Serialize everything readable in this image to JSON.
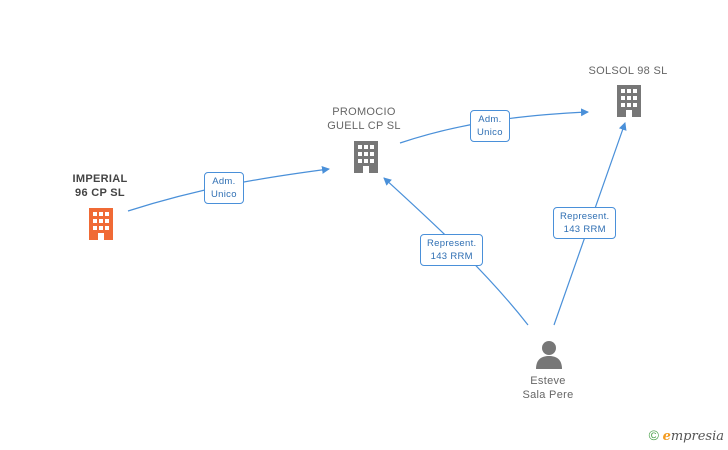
{
  "nodes": {
    "imperial": {
      "label": "IMPERIAL\n96 CP  SL",
      "color": "#f06a35"
    },
    "promocio": {
      "label": "PROMOCIO\nGUELL CP SL",
      "color": "#777777"
    },
    "solsol": {
      "label": "SOLSOL 98 SL",
      "color": "#777777"
    },
    "esteve": {
      "label": "Esteve\nSala Pere",
      "color": "#777777"
    }
  },
  "edges": {
    "imperial_promocio": "Adm.\nUnico",
    "promocio_solsol": "Adm.\nUnico",
    "esteve_promocio": "Represent.\n143 RRM",
    "esteve_solsol": "Represent.\n143 RRM"
  },
  "colors": {
    "edge": "#4a90d9"
  },
  "brand": {
    "copyright": "©",
    "e": "e",
    "rest": "mpresia"
  }
}
